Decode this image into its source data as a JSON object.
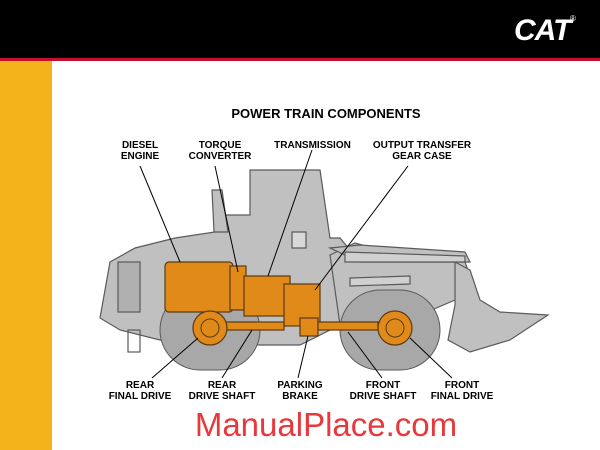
{
  "brand": {
    "logo_text": "CAT",
    "registered_mark": "®"
  },
  "colors": {
    "header": "#000000",
    "accent_line": "#c8102e",
    "side_strip": "#f5b31b",
    "machine_body": "#c0c0c0",
    "component": "#e08a1a",
    "watermark": "#e8383b"
  },
  "diagram": {
    "title": "POWER TRAIN COMPONENTS",
    "labels": {
      "diesel_engine": "DIESEL\nENGINE",
      "torque_converter": "TORQUE\nCONVERTER",
      "transmission": "TRANSMISSION",
      "output_transfer": "OUTPUT TRANSFER\nGEAR CASE",
      "rear_final_drive": "REAR\nFINAL DRIVE",
      "rear_drive_shaft": "REAR\nDRIVE SHAFT",
      "parking_brake": "PARKING\nBRAKE",
      "front_drive_shaft": "FRONT\nDRIVE SHAFT",
      "front_final_drive": "FRONT\nFINAL DRIVE"
    }
  },
  "watermark": {
    "text": "ManualPlace.com"
  }
}
